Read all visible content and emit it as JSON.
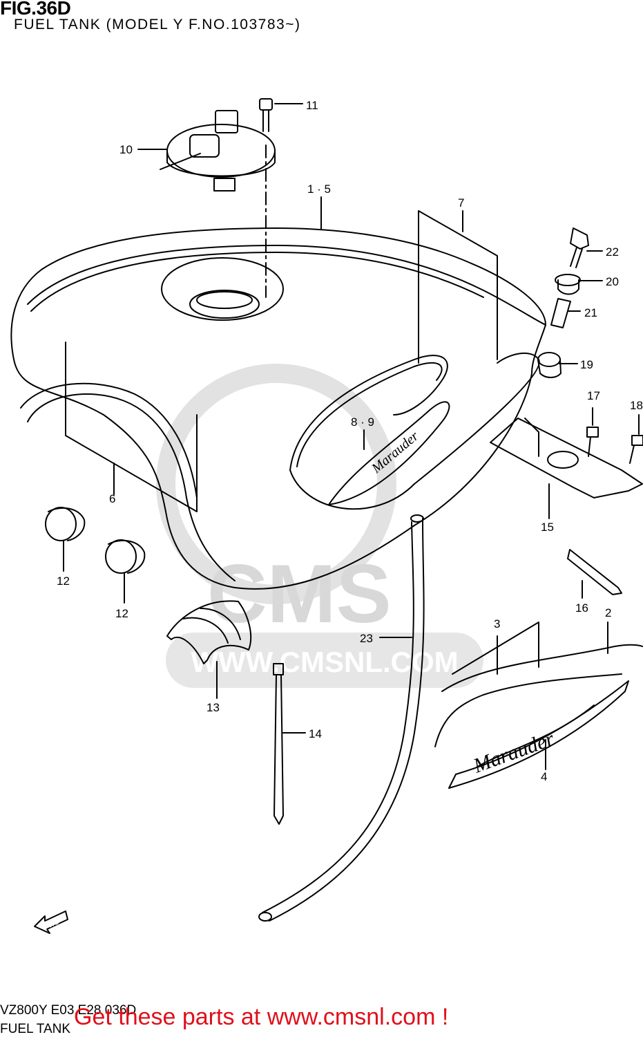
{
  "figure": {
    "number": "FIG.36D",
    "title": "FUEL TANK (MODEL Y F.NO.103783~)",
    "code": "VZ800Y E03,E28 036D",
    "footer_title": "FUEL TANK"
  },
  "watermark": {
    "brand": "CMS",
    "url": "WWW.CMSNL.COM"
  },
  "fwd_label": "FWD",
  "callouts": [
    {
      "id": "c11",
      "label": "11"
    },
    {
      "id": "c10",
      "label": "10"
    },
    {
      "id": "c15",
      "label": "1 · 5"
    },
    {
      "id": "c7",
      "label": "7"
    },
    {
      "id": "c22",
      "label": "22"
    },
    {
      "id": "c20",
      "label": "20"
    },
    {
      "id": "c21",
      "label": "21"
    },
    {
      "id": "c19",
      "label": "19"
    },
    {
      "id": "c17",
      "label": "17"
    },
    {
      "id": "c18",
      "label": "18"
    },
    {
      "id": "c89",
      "label": "8 · 9"
    },
    {
      "id": "c6",
      "label": "6"
    },
    {
      "id": "c15b",
      "label": "15"
    },
    {
      "id": "c12a",
      "label": "12"
    },
    {
      "id": "c12b",
      "label": "12"
    },
    {
      "id": "c16",
      "label": "16"
    },
    {
      "id": "c2",
      "label": "2"
    },
    {
      "id": "c3",
      "label": "3"
    },
    {
      "id": "c23",
      "label": "23"
    },
    {
      "id": "c13",
      "label": "13"
    },
    {
      "id": "c14",
      "label": "14"
    },
    {
      "id": "c4",
      "label": "4"
    }
  ],
  "ad": {
    "text": "Get these parts at www.cmsnl.com !",
    "color": "#e0101a"
  }
}
